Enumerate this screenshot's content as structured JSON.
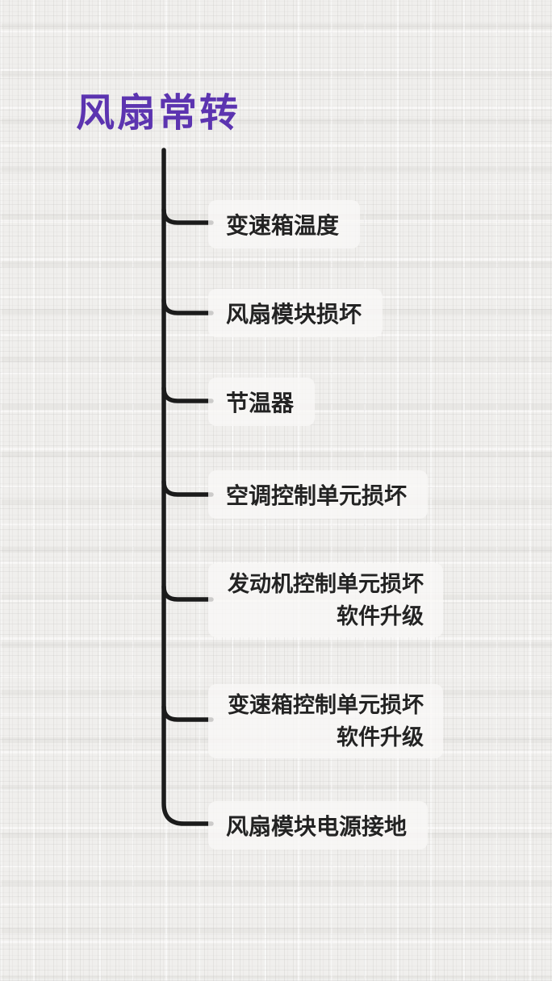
{
  "colors": {
    "title_text": "#5c34b0",
    "connector_line": "#1b1b1b",
    "node_text": "#232323",
    "node_box_bg": "#f9f8f6",
    "background": "#f0efed"
  },
  "diagram": {
    "title": "风扇常转",
    "items": [
      {
        "label": "变速箱温度"
      },
      {
        "label": "风扇模块损坏"
      },
      {
        "label": "节温器"
      },
      {
        "label": "空调控制单元损坏"
      },
      {
        "label": "发动机控制单元损坏",
        "label2": "软件升级"
      },
      {
        "label": "变速箱控制单元损坏",
        "label2": "软件升级"
      },
      {
        "label": "风扇模块电源接地"
      }
    ]
  }
}
